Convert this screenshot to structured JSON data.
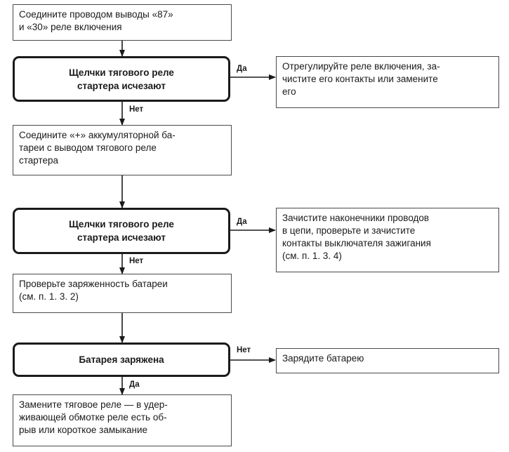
{
  "nodes": {
    "step1": [
      "Соедините проводом выводы «87»",
      "и «30» реле включения"
    ],
    "decision1": [
      "Щелчки тягового реле",
      "стартера исчезают"
    ],
    "result1": [
      "Отрегулируйте реле включения, за-",
      "чистите его контакты или замените",
      "его"
    ],
    "step2": [
      "Соедините «+» аккумуляторной ба-",
      "тареи с выводом тягового реле",
      "стартера"
    ],
    "decision2": [
      "Щелчки тягового реле",
      "стартера исчезают"
    ],
    "result2": [
      "Зачистите наконечники проводов",
      "в цепи, проверьте и зачистите",
      "контакты выключателя зажигания",
      "(см. п. 1. 3. 4)"
    ],
    "step3": [
      "Проверьте заряженность батареи",
      "(см. п. 1. 3. 2)"
    ],
    "decision3": [
      "Батарея заряжена"
    ],
    "result3": [
      "Зарядите батарею"
    ],
    "step4": [
      "Замените тяговое реле — в удер-",
      "живающей обмотке реле есть об-",
      "рыв или короткое замыкание"
    ]
  },
  "edges": {
    "d1_yes": "Да",
    "d1_no": "Нет",
    "d2_yes": "Да",
    "d2_no": "Нет",
    "d3_no": "Нет",
    "d3_yes": "Да"
  }
}
